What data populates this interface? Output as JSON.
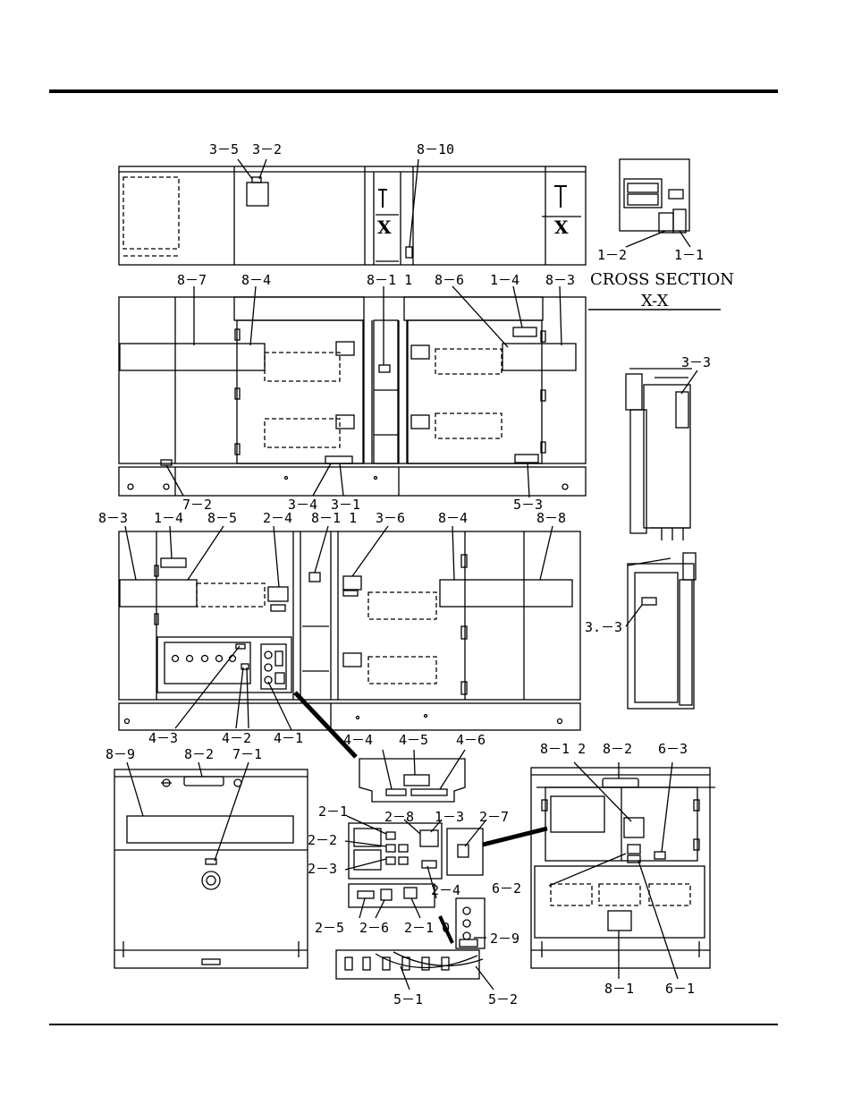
{
  "section_title": "CROSS SECTION",
  "section_subtitle": "X-X",
  "view_marker": "X",
  "callouts": {
    "top_3_5": "3－5",
    "top_3_2": "3－2",
    "top_8_10": "8－10",
    "cs_1_2": "1－2",
    "cs_1_1": "1－1",
    "a_8_7": "8－7",
    "a_8_4": "8－4",
    "a_8_11": "8－1 1",
    "a_8_6": "8－6",
    "a_1_4": "1－4",
    "a_8_3": "8－3",
    "a_7_2": "7－2",
    "a_3_4": "3－4",
    "a_3_1": "3－1",
    "a_5_3": "5－3",
    "s_3_3a": "3－3",
    "s_3_3b": "3.－3",
    "b_8_3": "8－3",
    "b_1_4": "1－4",
    "b_8_5": "8－5",
    "b_2_4": "2－4",
    "b_8_11": "8－1 1",
    "b_3_6": "3－6",
    "b_8_4": "8－4",
    "b_8_8": "8－8",
    "b_4_3": "4－3",
    "b_4_2": "4－2",
    "b_4_1": "4－1",
    "d_4_4": "4－4",
    "d_4_5": "4－5",
    "d_4_6": "4－6",
    "l_8_9": "8－9",
    "l_8_2": "8－2",
    "l_7_1": "7－1",
    "p_2_1": "2－1",
    "p_2_2": "2－2",
    "p_2_3": "2－3",
    "p_2_8": "2－8",
    "p_1_3": "1－3",
    "p_2_7": "2－7",
    "p_2_4": "2－4",
    "p_2_5": "2－5",
    "p_2_6": "2－6",
    "p_2_10": "2－1 0",
    "p_2_9": "2－9",
    "p_5_1": "5－1",
    "p_5_2": "5－2",
    "r_8_12": "8－1 2",
    "r_8_2": "8－2",
    "r_6_3": "6－3",
    "r_6_2": "6－2",
    "r_8_1": "8－1",
    "r_6_1": "6－1"
  }
}
